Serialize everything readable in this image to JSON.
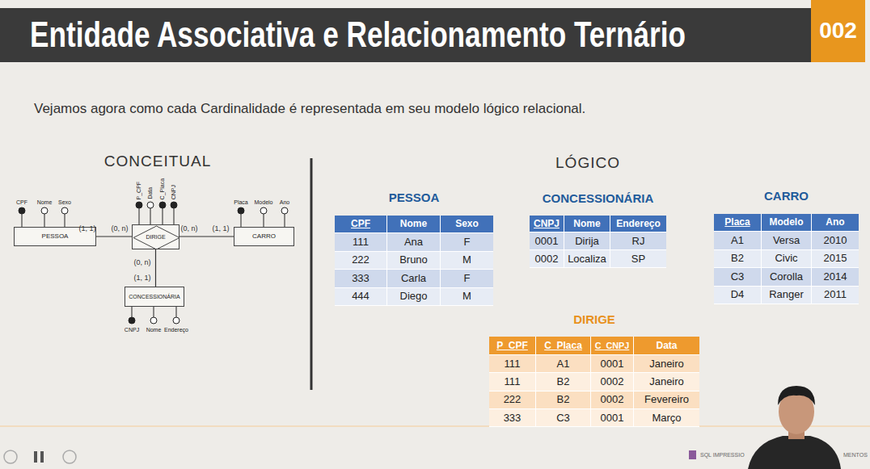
{
  "diagram": {
    "title": "Entidade Associativa e Relacionamento Ternário",
    "nodes": [
      {
        "text": [
          "002"
        ]
      },
      {
        "text": [
          "PESSOA"
        ]
      },
      {
        "text": [
          "DIRIGE"
        ]
      },
      {
        "text": [
          "CARRO"
        ]
      },
      {
        "text": [
          "CONCESSIONÁRIA"
        ]
      },
      {
        "text": [
          "PESSOA"
        ]
      },
      {
        "text": [
          "CONCESSIONÁRIA"
        ]
      },
      {
        "text": [
          "CARRO"
        ]
      },
      {
        "text": [
          "DIRIGE"
        ]
      }
    ],
    "edges": [
      {
        "from": 1,
        "to": 2,
        "arrow": "none"
      },
      {
        "from": 2,
        "to": 3,
        "arrow": "none"
      },
      {
        "from": 2,
        "to": 4,
        "arrow": "none"
      }
    ],
    "labels": [
      "Vejamos agora como cada Cardinalidade é representada em seu modelo lógico relacional.",
      "CONCEITUAL",
      "LÓGICO",
      "CPF",
      "Nome",
      "Sexo",
      "P_CPF",
      "Data",
      "C_Placa",
      "CNPJ",
      "Placa",
      "Modelo",
      "Ano",
      "(1, 1)",
      "(0, n)",
      "(0, n)",
      "(1, 1)",
      "(0, n)",
      "(1, 1)",
      "CNPJ",
      "Nome",
      "Endereço",
      "CPF",
      "Nome",
      "Sexo",
      "111",
      "Ana",
      "F",
      "222",
      "Bruno",
      "M",
      "333",
      "Carla",
      "F",
      "444",
      "Diego",
      "M",
      "CNPJ",
      "Nome",
      "Endereço",
      "0001",
      "Dirija",
      "RJ",
      "0002",
      "Localiza",
      "SP",
      "Placa",
      "Modelo",
      "Ano",
      "A1",
      "Versa",
      "2010",
      "B2",
      "Civic",
      "2015",
      "C3",
      "Corolla",
      "2014",
      "D4",
      "Ranger",
      "2011",
      "P_CPF",
      "C_Placa",
      "C_CNPJ",
      "Data",
      "111",
      "A1",
      "0001",
      "Janeiro",
      "111",
      "B2",
      "0002",
      "Janeiro",
      "222",
      "B2",
      "0002",
      "Fevereiro",
      "333",
      "C3",
      "0001",
      "Março",
      "SQL IMPRESSIO",
      "MENTOS"
    ]
  }
}
